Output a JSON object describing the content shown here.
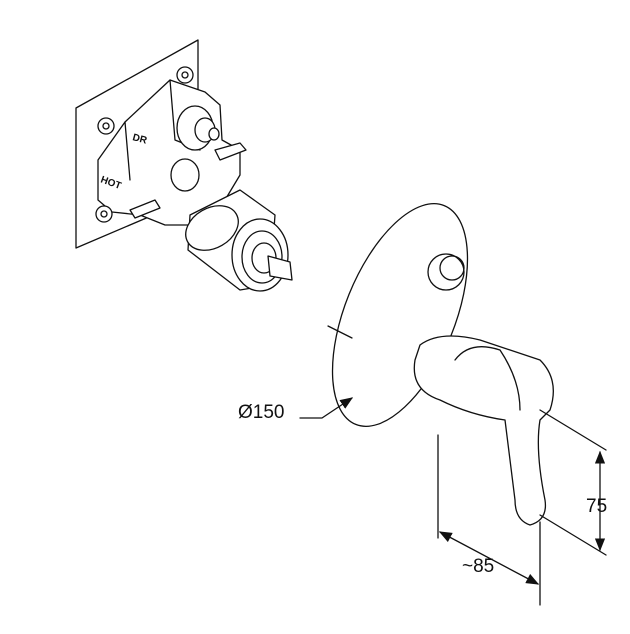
{
  "drawing": {
    "body_labels": {
      "top": "DR",
      "hot": "HOT"
    },
    "dimensions": {
      "diameter": "Ø150",
      "height": "75",
      "depth": "~85"
    }
  }
}
